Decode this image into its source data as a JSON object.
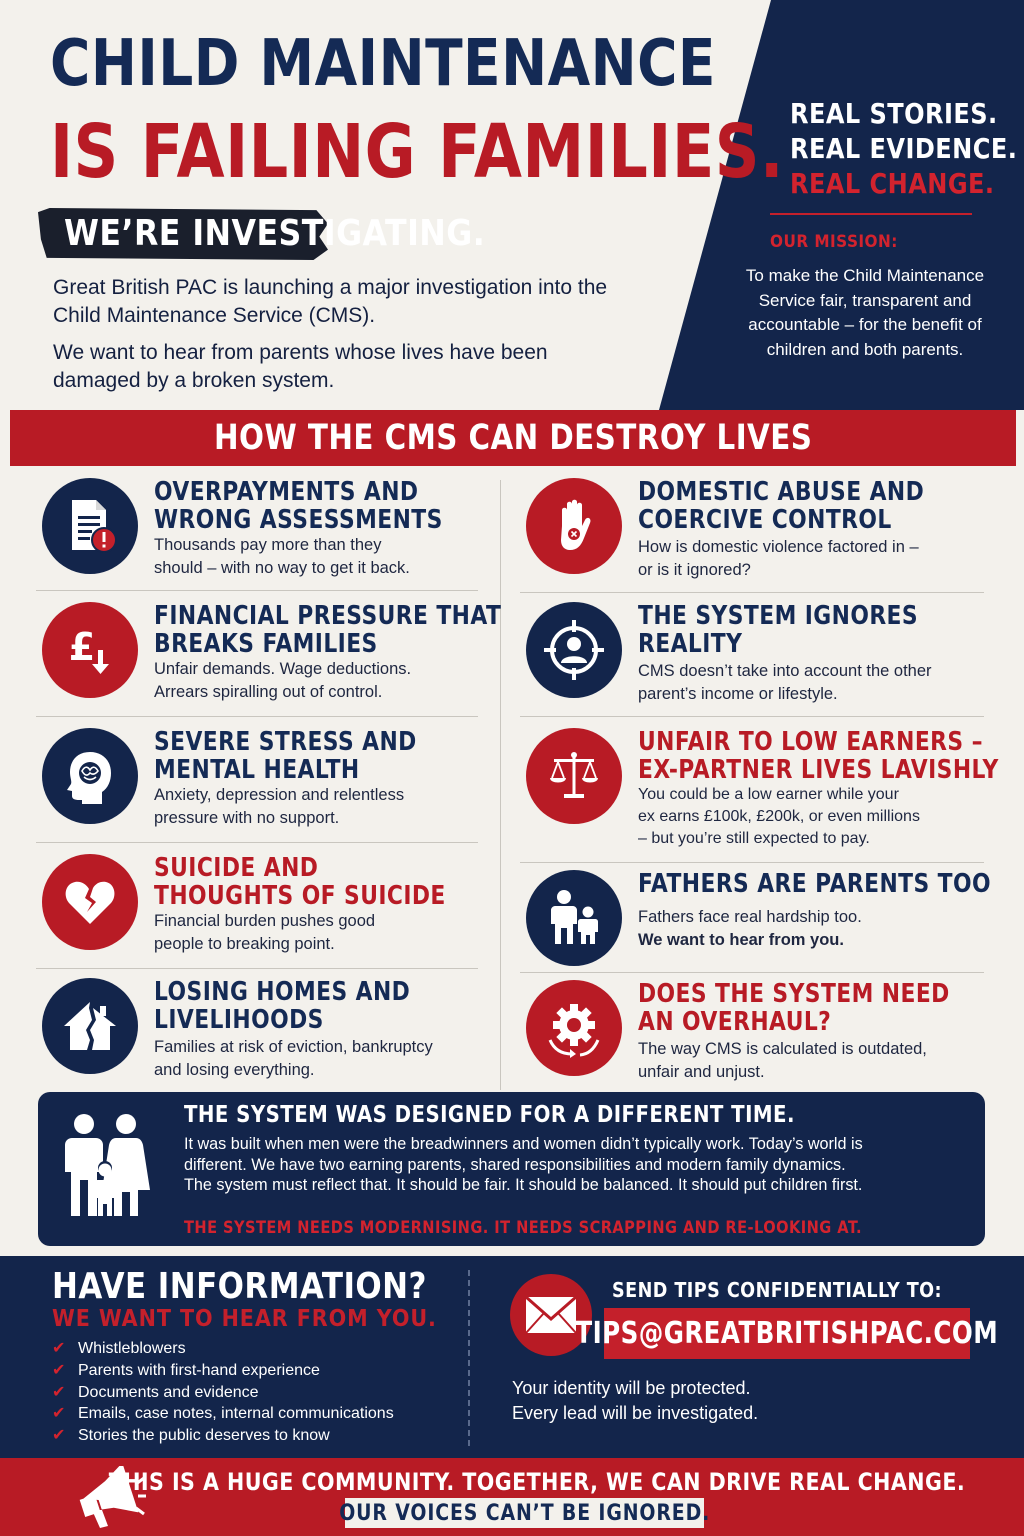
{
  "header": {
    "title_line1": "CHILD MAINTENANCE",
    "title_line2": "IS FAILING FAMILIES.",
    "investigating": "WE’RE INVESTIGATING.",
    "intro1": "Great British PAC is launching a major investigation into the Child Maintenance Service (CMS).",
    "intro2": "We want to hear from parents whose lives have been damaged by a broken system.",
    "tagline": [
      "REAL STORIES.",
      "REAL EVIDENCE.",
      "REAL CHANGE."
    ],
    "mission_label": "OUR MISSION:",
    "mission_text": "To make the Child Maintenance Service fair, transparent and accountable – for the benefit of children and both parents."
  },
  "banner": {
    "text": "HOW THE CMS CAN DESTROY LIVES"
  },
  "left_items": [
    {
      "icon": "document-warning-icon",
      "title": [
        "OVERPAYMENTS AND",
        "WRONG ASSESSMENTS"
      ],
      "desc": [
        "Thousands pay more than they",
        "should – with no way to get it back."
      ]
    },
    {
      "icon": "pound-down-icon",
      "title": [
        "FINANCIAL PRESSURE THAT",
        "BREAKS FAMILIES"
      ],
      "desc": [
        "Unfair demands. Wage deductions.",
        "Arrears spiralling out of control."
      ]
    },
    {
      "icon": "brain-head-icon",
      "title": [
        "SEVERE STRESS AND",
        "MENTAL HEALTH"
      ],
      "desc": [
        "Anxiety, depression and relentless",
        "pressure with no support."
      ]
    },
    {
      "icon": "broken-heart-icon",
      "title": [
        "SUICIDE AND",
        "THOUGHTS OF SUICIDE"
      ],
      "desc": [
        "Financial burden pushes good",
        "people to breaking point."
      ]
    },
    {
      "icon": "broken-house-icon",
      "title": [
        "LOSING HOMES AND",
        "LIVELIHOODS"
      ],
      "desc": [
        "Families at risk of eviction, bankruptcy",
        "and losing everything."
      ]
    }
  ],
  "right_items": [
    {
      "icon": "stop-hand-icon",
      "title": [
        "DOMESTIC ABUSE AND",
        "COERCIVE CONTROL"
      ],
      "desc": [
        "How is domestic violence factored in –",
        "or is it ignored?"
      ]
    },
    {
      "icon": "target-person-icon",
      "title": [
        "THE SYSTEM IGNORES",
        "REALITY"
      ],
      "desc": [
        "CMS doesn’t take into account the other",
        "parent’s income or lifestyle."
      ]
    },
    {
      "icon": "scales-icon",
      "title": [
        "UNFAIR TO LOW EARNERS –",
        "EX-PARTNER LIVES LAVISHLY"
      ],
      "desc": [
        "You could be a low earner while your",
        "ex earns £100k, £200k, or even millions",
        "– but you’re still expected to pay."
      ]
    },
    {
      "icon": "father-child-icon",
      "title": [
        "FATHERS ARE PARENTS TOO"
      ],
      "desc": [
        "Fathers face real hardship too.",
        "We want to hear from you."
      ]
    },
    {
      "icon": "gear-cycle-icon",
      "title": [
        "DOES THE SYSTEM NEED",
        "AN OVERHAUL?"
      ],
      "desc": [
        "The way CMS is calculated is outdated,",
        "unfair and unjust."
      ]
    }
  ],
  "designed": {
    "title": "THE SYSTEM WAS DESIGNED FOR A DIFFERENT TIME.",
    "body": "It was built when men were the breadwinners and women didn’t typically work. Today’s world is different. We have two earning parents, shared responsibilities and modern family dynamics. The system must reflect that. It should be fair. It should be balanced. It should put children first.",
    "cta": "THE SYSTEM NEEDS MODERNISING. IT NEEDS SCRAPPING AND RE-LOOKING AT."
  },
  "footer": {
    "have_info": "HAVE INFORMATION?",
    "want_hear": "WE WANT TO HEAR FROM YOU.",
    "checklist": [
      "Whistleblowers",
      "Parents with first-hand experience",
      "Documents and evidence",
      "Emails, case notes, internal communications",
      "Stories the public deserves to know"
    ],
    "send_tips": "SEND TIPS CONFIDENTIALLY TO:",
    "email": "TIPS@GREATBRITISHPAC.COM",
    "identity": "Your identity will be protected.",
    "every_lead": "Every lead will be investigated."
  },
  "bottom": {
    "community": "THIS IS A HUGE COMMUNITY. TOGETHER, WE CAN DRIVE REAL CHANGE.",
    "voices": "OUR VOICES CAN’T BE IGNORED."
  },
  "colors": {
    "navy": "#13254b",
    "red": "#b81b25",
    "cream": "#f3f1ec"
  }
}
